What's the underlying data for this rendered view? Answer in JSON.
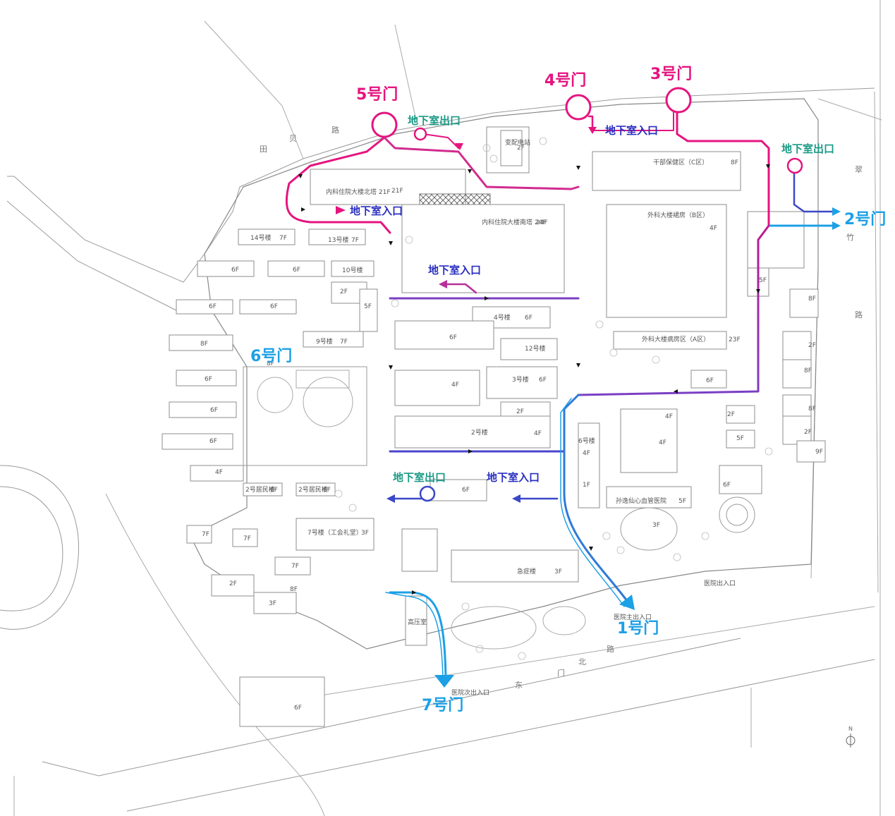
{
  "gates": {
    "gate1": "1号门",
    "gate2": "2号门",
    "gate3": "3号门",
    "gate4": "4号门",
    "gate5": "5号门",
    "gate6": "6号门",
    "gate7": "7号门"
  },
  "basement": {
    "exit": "地下室出口",
    "entrance": "地下室入口"
  },
  "buildings": {
    "north_tower": "内科住院大楼北塔 21F",
    "south_tower": "内科住院大楼南塔 24F",
    "cadre_ward": "干部保健区（C区）",
    "surgery_podium": "外科大楼裙房（B区）",
    "surgery_ward": "外科大楼病房区（A区）",
    "emergency": "急症楼",
    "sun_yat_sen_heart": "孙逸仙心血管医院",
    "b14": "14号楼",
    "b13": "13号楼",
    "b10": "10号楼",
    "b9": "9号楼",
    "b4": "4号楼",
    "b12": "12号楼",
    "b3": "3号楼",
    "b2": "2号楼",
    "b6": "6号楼",
    "b7": "7号楼（工会礼堂）",
    "res2": "2号居民楼",
    "res2b": "2号居民楼",
    "hv": "高压室",
    "substation": "变配电站"
  },
  "floors": {
    "f1": "1F",
    "f2": "2F",
    "f3": "3F",
    "f4": "4F",
    "f5": "5F",
    "f6": "6F",
    "f7": "7F",
    "f8": "8F",
    "f9": "9F",
    "f21": "21F",
    "f23": "23F",
    "f24": "24F"
  },
  "roads": {
    "tianbei": [
      "田",
      "贝",
      "路"
    ],
    "cuizhu": [
      "翠",
      "竹",
      "路"
    ],
    "dongmenbei": [
      "东",
      "门",
      "北",
      "路"
    ]
  },
  "entrances": {
    "main": "医院主出入口",
    "secondary": "医院次出入口",
    "exit": "医院出入口"
  },
  "colors": {
    "pink": "#e5147f",
    "magenta": "#b7309a",
    "purple": "#7a3fc4",
    "navy": "#3a48c8",
    "blue": "#1ca0e6",
    "teal": "#1a9a86"
  }
}
